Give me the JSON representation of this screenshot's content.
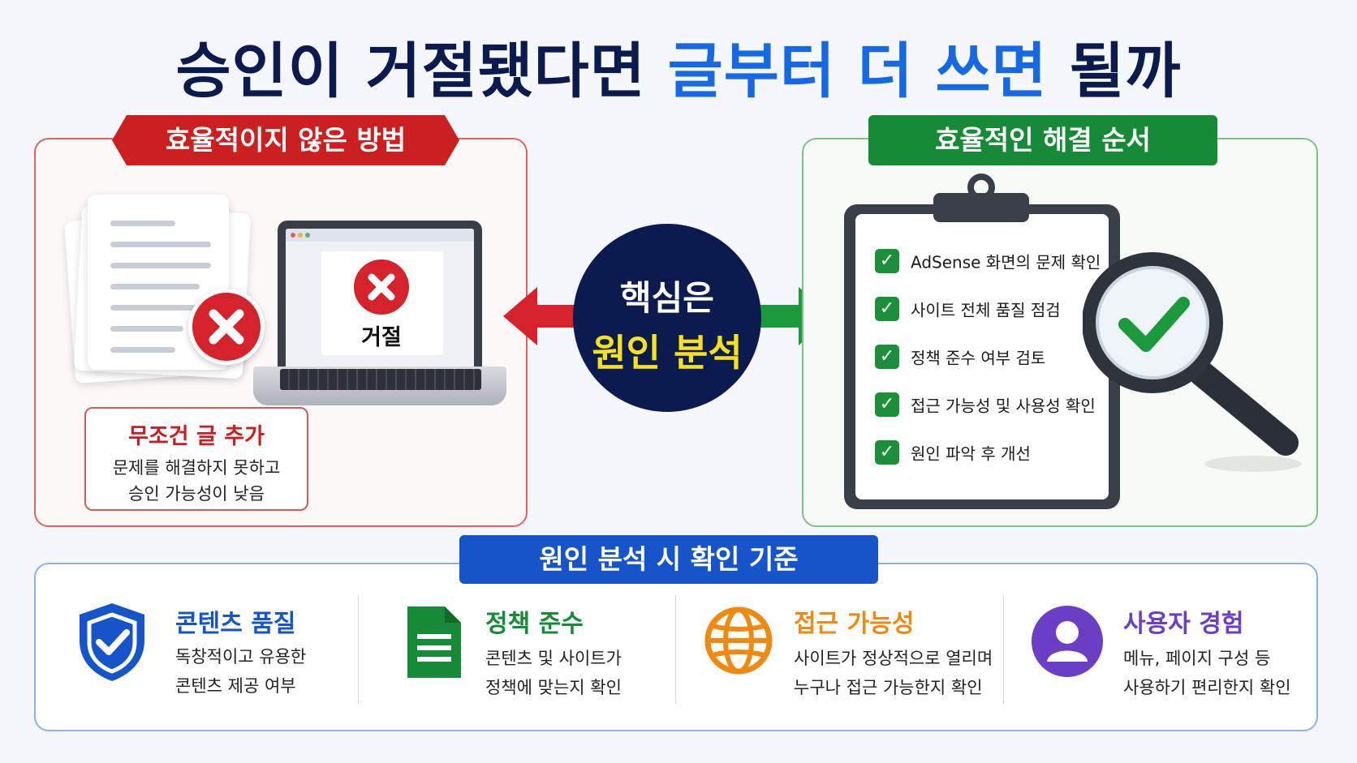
{
  "title": {
    "part1": "승인이 거절됐다면",
    "part2": "글부터 더 쓰면",
    "part3": "될까"
  },
  "left_panel": {
    "banner": "효율적이지 않은 방법",
    "laptop_label": "거절",
    "note_title": "무조건 글 추가",
    "note_line1": "문제를 해결하지 못하고",
    "note_line2": "승인 가능성이 낮음"
  },
  "center": {
    "line1": "핵심은",
    "line2": "원인 분석"
  },
  "right_panel": {
    "banner": "효율적인 해결 순서",
    "checklist": [
      "AdSense 화면의 문제 확인",
      "사이트 전체 품질 점검",
      "정책 준수 여부 검토",
      "접근 가능성 및 사용성 확인",
      "원인 파악 후 개선"
    ]
  },
  "bottom": {
    "banner": "원인 분석 시 확인 기준",
    "criteria": [
      {
        "title": "콘텐츠 품질",
        "line1": "독창적이고 유용한",
        "line2": "콘텐츠 제공 여부",
        "color": "#1554c9",
        "icon": "shield-check-icon"
      },
      {
        "title": "정책 준수",
        "line1": "콘텐츠 및 사이트가",
        "line2": "정책에 맞는지 확인",
        "color": "#168a36",
        "icon": "document-icon"
      },
      {
        "title": "접근 가능성",
        "line1": "사이트가 정상적으로 열리며",
        "line2": "누구나 접근 가능한지 확인",
        "color": "#ee8a12",
        "icon": "globe-icon"
      },
      {
        "title": "사용자 경험",
        "line1": "메뉴, 페이지 구성 등",
        "line2": "사용하기 편리한지 확인",
        "color": "#6a3fc6",
        "icon": "user-icon"
      }
    ]
  }
}
